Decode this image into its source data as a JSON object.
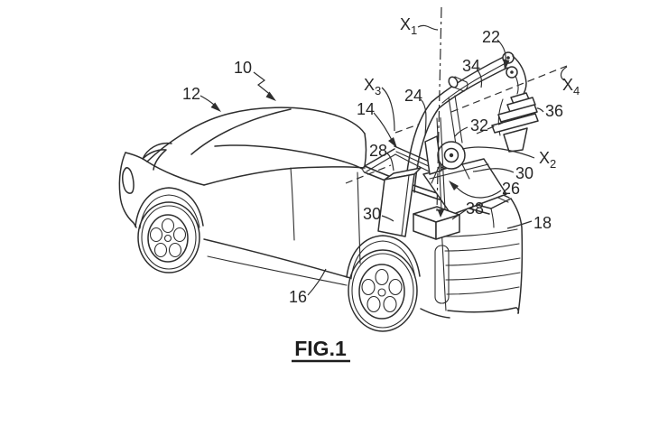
{
  "figure": {
    "caption": "FIG.1"
  },
  "reference_labels": {
    "ref10": "10",
    "ref12": "12",
    "ref14": "14",
    "ref16": "16",
    "ref18": "18",
    "ref22": "22",
    "ref24": "24",
    "ref26": "26",
    "ref28": "28",
    "ref30_left": "30",
    "ref30_right": "30",
    "ref32": "32",
    "ref34": "34",
    "ref36": "36",
    "ref38": "38"
  },
  "axis_labels": {
    "x1": {
      "base": "X",
      "sub": "1"
    },
    "x2": {
      "base": "X",
      "sub": "2"
    },
    "x3": {
      "base": "X",
      "sub": "3"
    },
    "x4": {
      "base": "X",
      "sub": "4"
    }
  },
  "colors": {
    "ink": "#2e2e2e",
    "background": "#ffffff"
  }
}
